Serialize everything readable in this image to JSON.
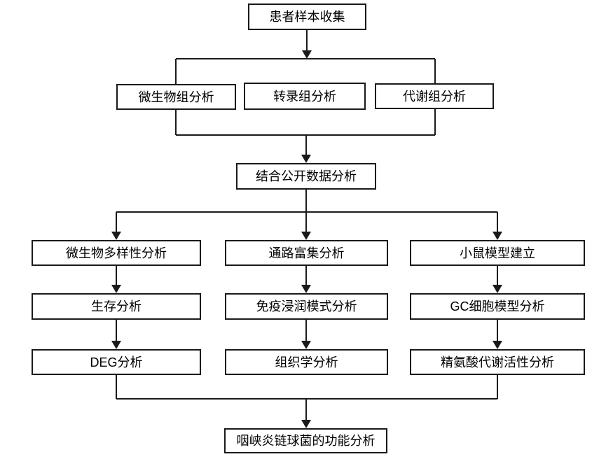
{
  "diagram": {
    "type": "flowchart",
    "background_color": "#ffffff",
    "line_color": "#1a1a1a",
    "box_border_color": "#1a1a1a",
    "box_fill_color": "#ffffff",
    "text_color": "#000000",
    "nodes": {
      "patient_sample_collection": {
        "label": "患者样本收集"
      },
      "microbiome_analysis": {
        "label": "微生物组分析"
      },
      "transcriptome_analysis": {
        "label": "转录组分析"
      },
      "metabolome_analysis": {
        "label": "代谢组分析"
      },
      "public_data_analysis": {
        "label": "结合公开数据分析"
      },
      "microbial_diversity_analysis": {
        "label": "微生物多样性分析"
      },
      "survival_analysis": {
        "label": "生存分析"
      },
      "deg_analysis": {
        "label": "DEG分析"
      },
      "pathway_enrichment_analysis": {
        "label": "通路富集分析"
      },
      "immune_infiltration_analysis": {
        "label": "免疫浸润模式分析"
      },
      "histology_analysis": {
        "label": "组织学分析"
      },
      "mouse_model_establishment": {
        "label": "小鼠模型建立"
      },
      "gc_cell_model_analysis": {
        "label": "GC细胞模型分析"
      },
      "arginine_metabolism_analysis": {
        "label": "精氨酸代谢活性分析"
      },
      "functional_analysis": {
        "label": "咽峡炎链球菌的功能分析"
      }
    }
  }
}
